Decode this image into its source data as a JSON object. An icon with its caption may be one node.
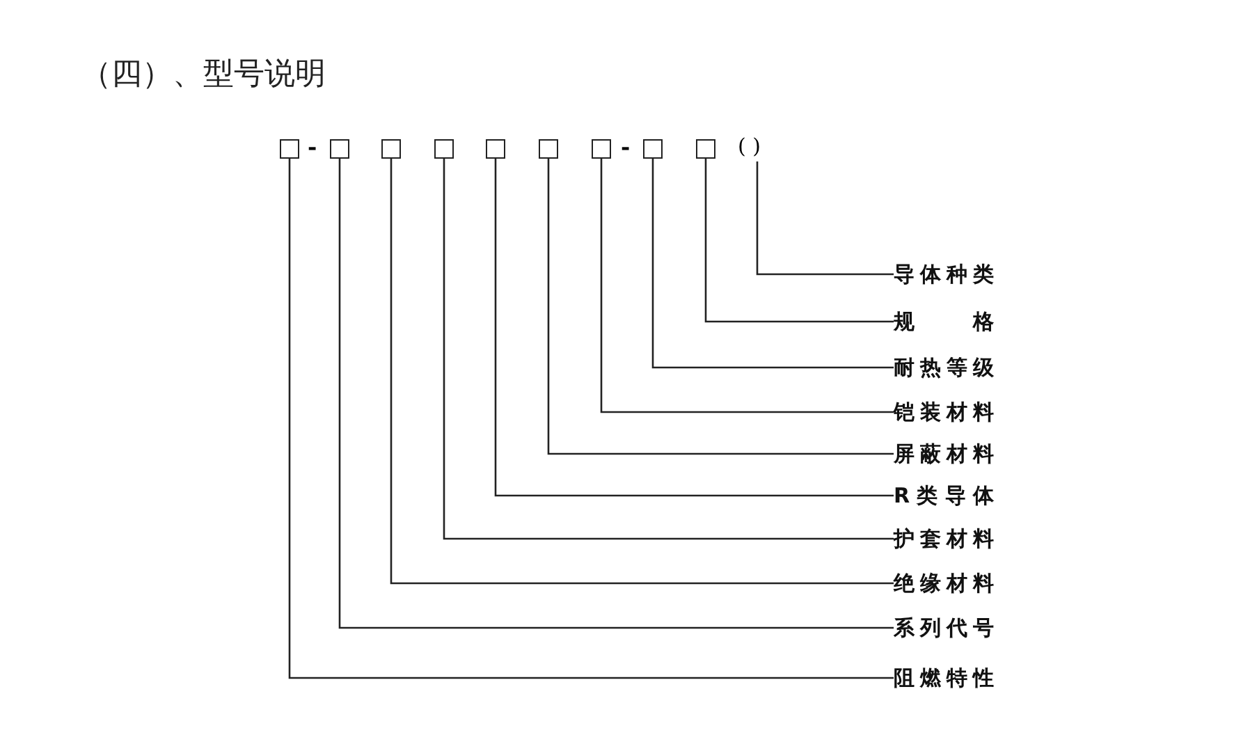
{
  "diagram": {
    "title": "（四）、型号说明",
    "nodes": [
      {
        "text": [],
        "shape": "box"
      },
      {
        "text": [],
        "shape": "box"
      },
      {
        "text": [],
        "shape": "box"
      },
      {
        "text": [],
        "shape": "box"
      },
      {
        "text": [],
        "shape": "box"
      },
      {
        "text": [],
        "shape": "box"
      },
      {
        "text": [],
        "shape": "box"
      },
      {
        "text": [],
        "shape": "box"
      },
      {
        "text": [],
        "shape": "box"
      },
      {
        "text": [
          "( )"
        ]
      },
      {
        "text": [
          "导体种类"
        ]
      },
      {
        "text": [
          "规格"
        ]
      },
      {
        "text": [
          "耐热等级"
        ]
      },
      {
        "text": [
          "铠装材料"
        ]
      },
      {
        "text": [
          "屏蔽材料"
        ]
      },
      {
        "text": [
          "R类导体"
        ]
      },
      {
        "text": [
          "护套材料"
        ]
      },
      {
        "text": [
          "绝缘材料"
        ]
      },
      {
        "text": [
          "系列代号"
        ]
      },
      {
        "text": [
          "阻燃特性"
        ]
      }
    ],
    "edges": [
      {
        "from": 9,
        "to": 10,
        "arrow": "none"
      },
      {
        "from": 8,
        "to": 11,
        "arrow": "none"
      },
      {
        "from": 7,
        "to": 12,
        "arrow": "none"
      },
      {
        "from": 6,
        "to": 13,
        "arrow": "none"
      },
      {
        "from": 5,
        "to": 14,
        "arrow": "none"
      },
      {
        "from": 4,
        "to": 15,
        "arrow": "none"
      },
      {
        "from": 3,
        "to": 16,
        "arrow": "none"
      },
      {
        "from": 2,
        "to": 17,
        "arrow": "none"
      },
      {
        "from": 1,
        "to": 18,
        "arrow": "none"
      },
      {
        "from": 0,
        "to": 19,
        "arrow": "none"
      }
    ],
    "labels": [
      "-",
      "-"
    ]
  }
}
